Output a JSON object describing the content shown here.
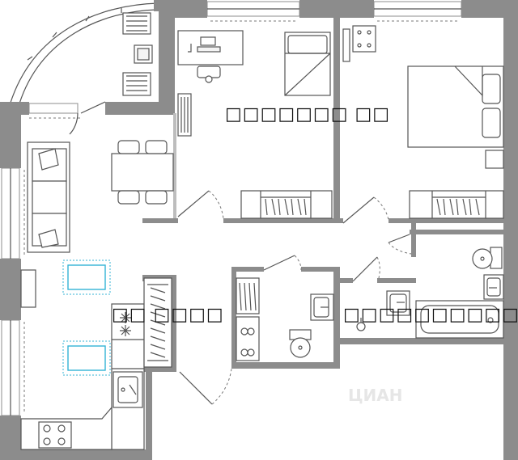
{
  "plan": {
    "rooms": [
      {
        "id": "bedroom",
        "label": "□□□□□□□ □□"
      },
      {
        "id": "living",
        "label": "□□ □□□□"
      },
      {
        "id": "bathroom",
        "label": "□□□□□□□□□□□"
      }
    ],
    "watermark": "ЦИАН"
  }
}
